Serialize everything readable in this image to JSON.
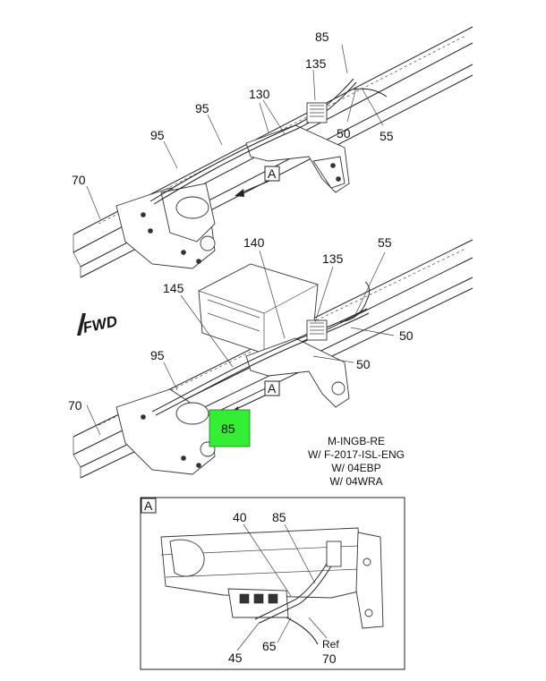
{
  "top_view": {
    "callouts": [
      "85",
      "135",
      "130",
      "95",
      "95",
      "70",
      "50",
      "55"
    ],
    "view_ref": "A"
  },
  "mid_view": {
    "callouts": [
      "140",
      "135",
      "55",
      "145",
      "95",
      "70",
      "50",
      "50"
    ],
    "view_ref": "A",
    "highlight_label": "85",
    "fwd_label": "FWD"
  },
  "notes": [
    "M-INGB-RE",
    "W/ F-2017-ISL-ENG",
    "W/ 04EBP",
    "W/ 04WRA"
  ],
  "detail": {
    "title": "A",
    "callouts": [
      "40",
      "85",
      "45",
      "65",
      "70"
    ],
    "ref_label": "Ref"
  },
  "colors": {
    "highlight": "#33ee33",
    "line": "#222222"
  }
}
